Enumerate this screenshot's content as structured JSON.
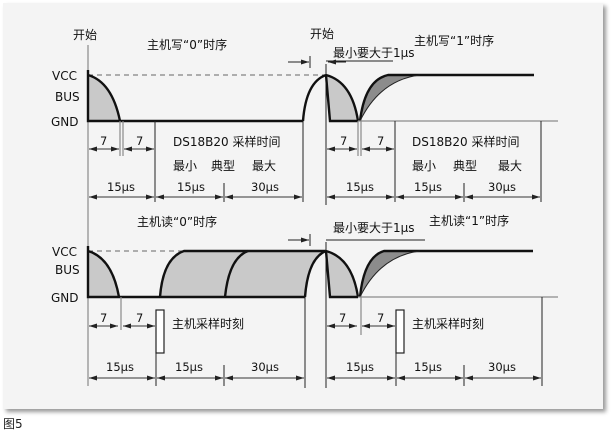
{
  "figure_caption": "图5",
  "axis_labels": {
    "vcc": "VCC",
    "bus": "BUS",
    "gnd": "GND"
  },
  "write": {
    "start_label_left": "开始",
    "start_label_right": "开始",
    "title_0": "主机写“0”时序",
    "title_1": "主机写“1”时序",
    "min_gap": "最小要大于1μs",
    "sample_window": "DS18B20 采样时间",
    "min": "最小",
    "typ": "典型",
    "max": "最大",
    "dims": {
      "short_a": "7",
      "short_b": "7",
      "t1": "15μs",
      "t2": "15μs",
      "t3": "30μs"
    }
  },
  "read": {
    "title_0": "主机读“0”时序",
    "title_1": "主机读“1”时序",
    "min_gap": "最小要大于1μs",
    "sample_moment": "主机采样时刻",
    "dims": {
      "short_a": "7",
      "short_b": "7",
      "t1": "15μs",
      "t2": "15μs",
      "t3": "30μs"
    }
  },
  "colors": {
    "early_fill": "#c9c9c9",
    "late_fill": "#8c8c8c"
  }
}
